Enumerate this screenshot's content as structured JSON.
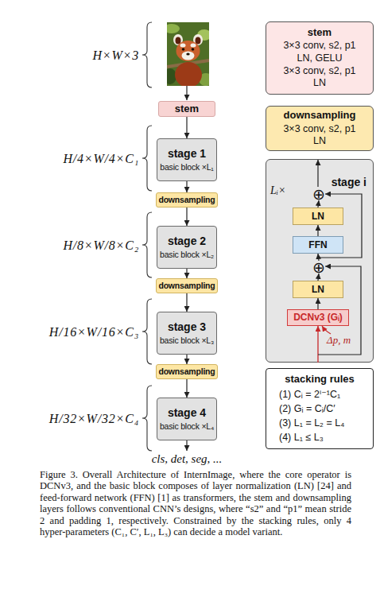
{
  "diagram": {
    "caption": "Figure 3. Overall Architecture of InternImage, where the core operator is DCNv3, and the basic block composes of layer normalization (LN) [24] and feed-forward network (FFN) [1] as transformers, the stem and downsampling layers follows conventional CNN’s designs, where “s2” and “p1” mean stride 2 and padding 1, respectively. Constrained by the stacking rules, only 4 hyper-parameters (C₁, C′, L₁, L₃) can decide a model variant.",
    "nodes": [
      {
        "text": [
          "stem"
        ]
      },
      {
        "text": [
          "stage 1",
          "basic block ×L₁"
        ]
      },
      {
        "text": [
          "downsampling"
        ]
      },
      {
        "text": [
          "stage 2",
          "basic block ×L₂"
        ]
      },
      {
        "text": [
          "downsampling"
        ]
      },
      {
        "text": [
          "stage 3",
          "basic block ×L₃"
        ]
      },
      {
        "text": [
          "downsampling"
        ]
      },
      {
        "text": [
          "stage 4",
          "basic block ×L₄"
        ]
      },
      {
        "text": [
          "stem",
          "3×3 conv, s2, p1",
          "LN, GELU",
          "3×3 conv, s2, p1",
          "LN"
        ]
      },
      {
        "text": [
          "downsampling",
          "3×3 conv, s2, p1",
          "LN"
        ]
      },
      {
        "text": [
          "stage i",
          "Lᵢ×"
        ]
      },
      {
        "text": [
          "⊕"
        ],
        "in": 10
      },
      {
        "text": [
          "LN"
        ],
        "in": 10
      },
      {
        "text": [
          "FFN"
        ],
        "in": 10
      },
      {
        "text": [
          "⊕"
        ],
        "in": 10
      },
      {
        "text": [
          "LN"
        ],
        "in": 10
      },
      {
        "text": [
          "DCNv3 (Gᵢ)"
        ],
        "in": 10
      },
      {
        "text": [
          "stacking rules",
          "(1) Cᵢ = 2ⁱ⁻¹C₁",
          "(2) Gᵢ = Cᵢ/C′",
          "(3) L₁ = L₂ = L₄",
          "(4) L₁ ≤ L₃"
        ]
      }
    ],
    "edges": [
      {
        "from": 0,
        "to": 1,
        "arrow": "to"
      },
      {
        "from": 1,
        "to": 2,
        "arrow": "to"
      },
      {
        "from": 2,
        "to": 3,
        "arrow": "to"
      },
      {
        "from": 3,
        "to": 4,
        "arrow": "to"
      },
      {
        "from": 4,
        "to": 5,
        "arrow": "to"
      },
      {
        "from": 5,
        "to": 6,
        "arrow": "to"
      },
      {
        "from": 6,
        "to": 7,
        "arrow": "to"
      },
      {
        "from": 16,
        "to": 15,
        "arrow": "to"
      },
      {
        "from": 15,
        "to": 14,
        "arrow": "to"
      },
      {
        "from": 14,
        "to": 13,
        "arrow": "to"
      },
      {
        "from": 13,
        "to": 12,
        "arrow": "to"
      },
      {
        "from": 12,
        "to": 11,
        "arrow": "to"
      },
      {
        "from": 14,
        "to": 11,
        "arrow": "to"
      }
    ],
    "labels": [
      "H×W×3",
      "H/4×W/4×C₁",
      "H/8×W/8×C₂",
      "H/16×W/16×C₃",
      "H/32×W/32×C₄",
      "cls, det, seg, ...",
      "Δp, m"
    ]
  }
}
